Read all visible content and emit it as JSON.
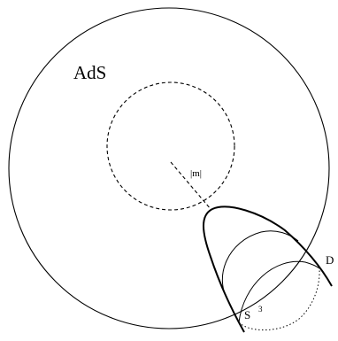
{
  "labels": {
    "ads": "AdS",
    "m": "|m|",
    "d": "D",
    "s": "S",
    "s_exp": "3"
  },
  "colors": {
    "stroke": "#000000",
    "background": "#ffffff"
  }
}
